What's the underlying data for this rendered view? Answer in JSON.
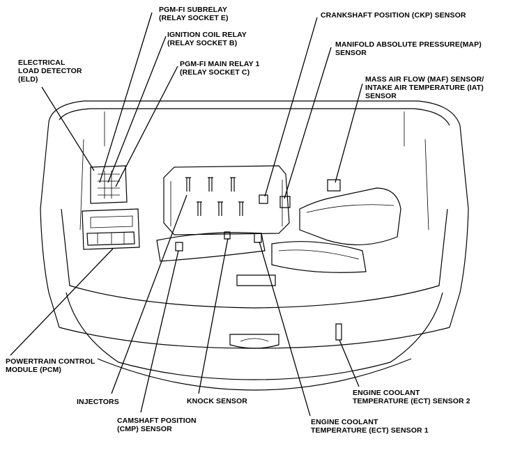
{
  "labels": {
    "pgmfi_subrelay": [
      "PGM-FI SUBRELAY",
      "(RELAY SOCKET E)"
    ],
    "ignition_coil_relay": [
      "IGNITION COIL RELAY",
      "(RELAY SOCKET B)"
    ],
    "pgmfi_main_relay": [
      "PGM-FI MAIN RELAY 1",
      "(RELAY SOCKET C)"
    ],
    "eld": [
      "ELECTRICAL",
      "LOAD DETECTOR",
      "(ELD)"
    ],
    "ckp": [
      "CRANKSHAFT POSITION (CKP) SENSOR"
    ],
    "map": [
      "MANIFOLD ABSOLUTE PRESSURE(MAP)",
      "SENSOR"
    ],
    "maf_iat": [
      "MASS AIR FLOW (MAF) SENSOR/",
      "INTAKE AIR TEMPERATURE (IAT)",
      "SENSOR"
    ],
    "pcm": [
      "POWERTRAIN CONTROL",
      "MODULE (PCM)"
    ],
    "injectors": [
      "INJECTORS"
    ],
    "knock": [
      "KNOCK SENSOR"
    ],
    "cmp": [
      "CAMSHAFT POSITION",
      "(CMP) SENSOR"
    ],
    "ect1": [
      "ENGINE COOLANT",
      "TEMPERATURE (ECT) SENSOR 1"
    ],
    "ect2": [
      "ENGINE COOLANT",
      "TEMPERATURE (ECT) SENSOR 2"
    ]
  },
  "colors": {
    "ink": "#000000",
    "paper": "#ffffff"
  }
}
